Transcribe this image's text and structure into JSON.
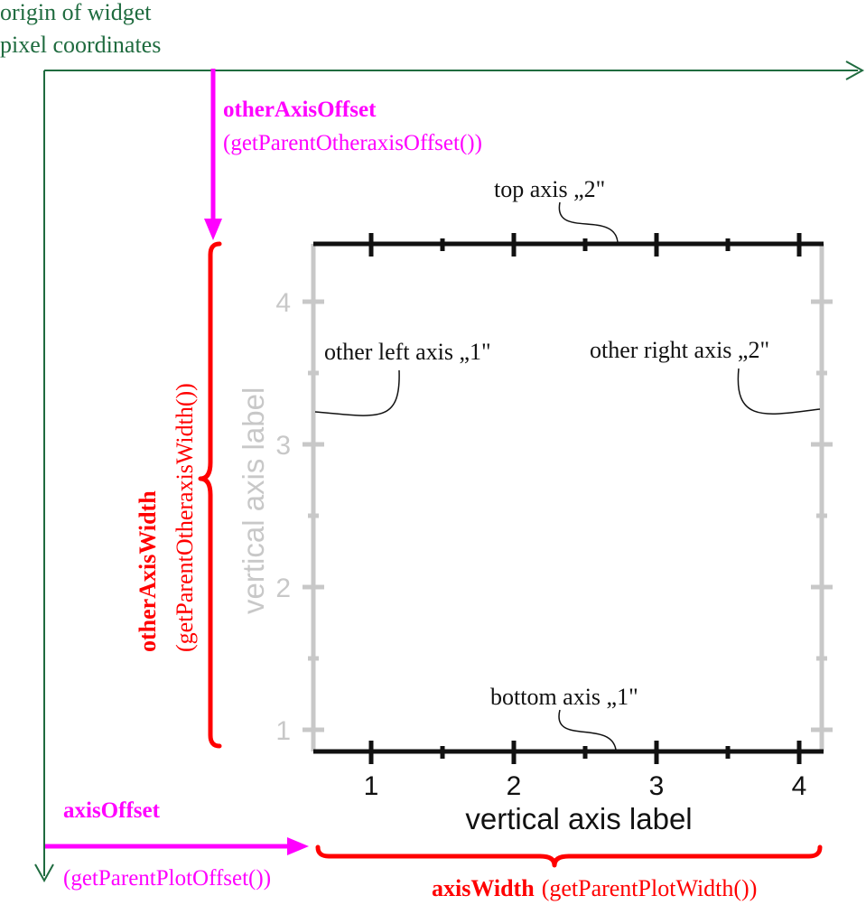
{
  "colors": {
    "origin": "#1f6b3f",
    "magenta": "#ff00ff",
    "red": "#ff0000",
    "black": "#111111",
    "gray": "#c8c8c8"
  },
  "origin_label": {
    "line1": "origin of widget",
    "line2": "pixel coordinates"
  },
  "other_axis_offset": {
    "name": "otherAxisOffset",
    "getter": "(getParentOtheraxisOffset())"
  },
  "other_axis_width": {
    "name": "otherAxisWidth",
    "getter": "(getParentOtheraxisWidth())"
  },
  "axis_offset": {
    "name": "axisOffset",
    "getter": "(getParentPlotOffset())"
  },
  "axis_width": {
    "name": "axisWidth",
    "getter": "(getParentPlotWidth())"
  },
  "callouts": {
    "top_axis": "top axis „2\"",
    "bottom_axis": "bottom axis „1\"",
    "other_left_axis": "other left axis „1\"",
    "other_right_axis": "other right axis „2\""
  },
  "horizontal_axis": {
    "label": "vertical axis label",
    "ticks": [
      "1",
      "2",
      "3",
      "4"
    ]
  },
  "vertical_axis": {
    "label": "vertical axis label",
    "ticks": [
      "1",
      "2",
      "3",
      "4"
    ]
  }
}
